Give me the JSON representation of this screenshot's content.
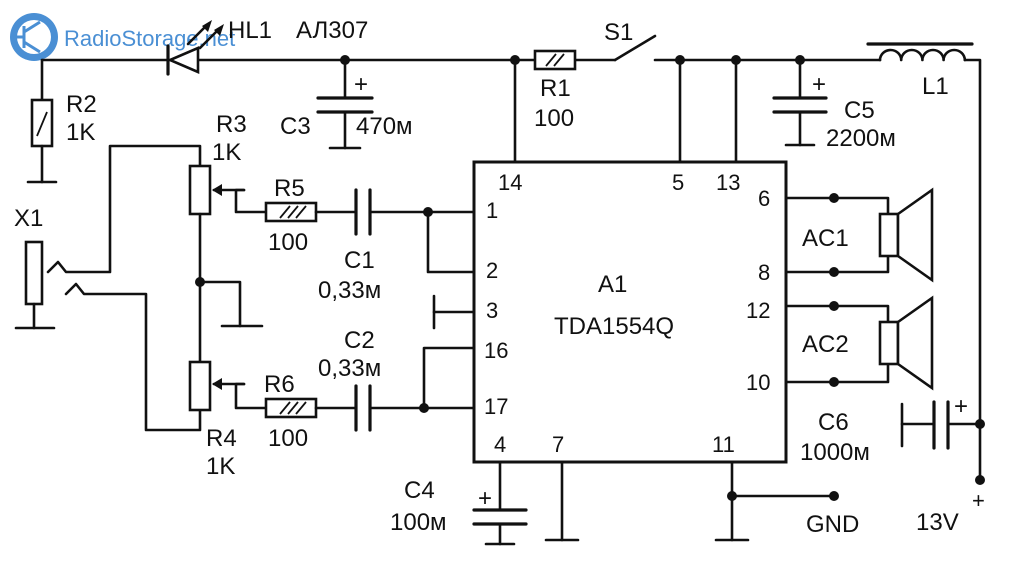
{
  "watermark": {
    "site": "RadioStorage.net",
    "logo_icon": "transistor-logo-icon",
    "colors": {
      "logo": "#4a8fd4",
      "text": "#4a8fd4",
      "ink": "#111111"
    }
  },
  "parts": {
    "hl1": {
      "ref": "HL1",
      "value": "АЛ307"
    },
    "r1": {
      "ref": "R1",
      "value": "100"
    },
    "r2": {
      "ref": "R2",
      "value": "1K"
    },
    "r3": {
      "ref": "R3",
      "value": "1K"
    },
    "r4": {
      "ref": "R4",
      "value": "1K"
    },
    "r5": {
      "ref": "R5",
      "value": "100"
    },
    "r6": {
      "ref": "R6",
      "value": "100"
    },
    "c1": {
      "ref": "C1",
      "value": "0,33м"
    },
    "c2": {
      "ref": "C2",
      "value": "0,33м"
    },
    "c3": {
      "ref": "C3",
      "value": "470м"
    },
    "c4": {
      "ref": "C4",
      "value": "100м"
    },
    "c5": {
      "ref": "C5",
      "value": "2200м"
    },
    "c6": {
      "ref": "C6",
      "value": "1000м"
    },
    "s1": {
      "ref": "S1"
    },
    "l1": {
      "ref": "L1"
    },
    "x1": {
      "ref": "X1"
    },
    "ac1": {
      "ref": "AC1"
    },
    "ac2": {
      "ref": "AC2"
    },
    "a1": {
      "ref": "A1",
      "value": "TDA1554Q"
    }
  },
  "polarity": {
    "plus": "+"
  },
  "ic_pins": [
    "14",
    "5",
    "13",
    "6",
    "1",
    "2",
    "8",
    "3",
    "12",
    "16",
    "10",
    "17",
    "4",
    "7",
    "11"
  ],
  "rails": {
    "gnd": "GND",
    "supply": "13V",
    "supply_sign": "+"
  }
}
